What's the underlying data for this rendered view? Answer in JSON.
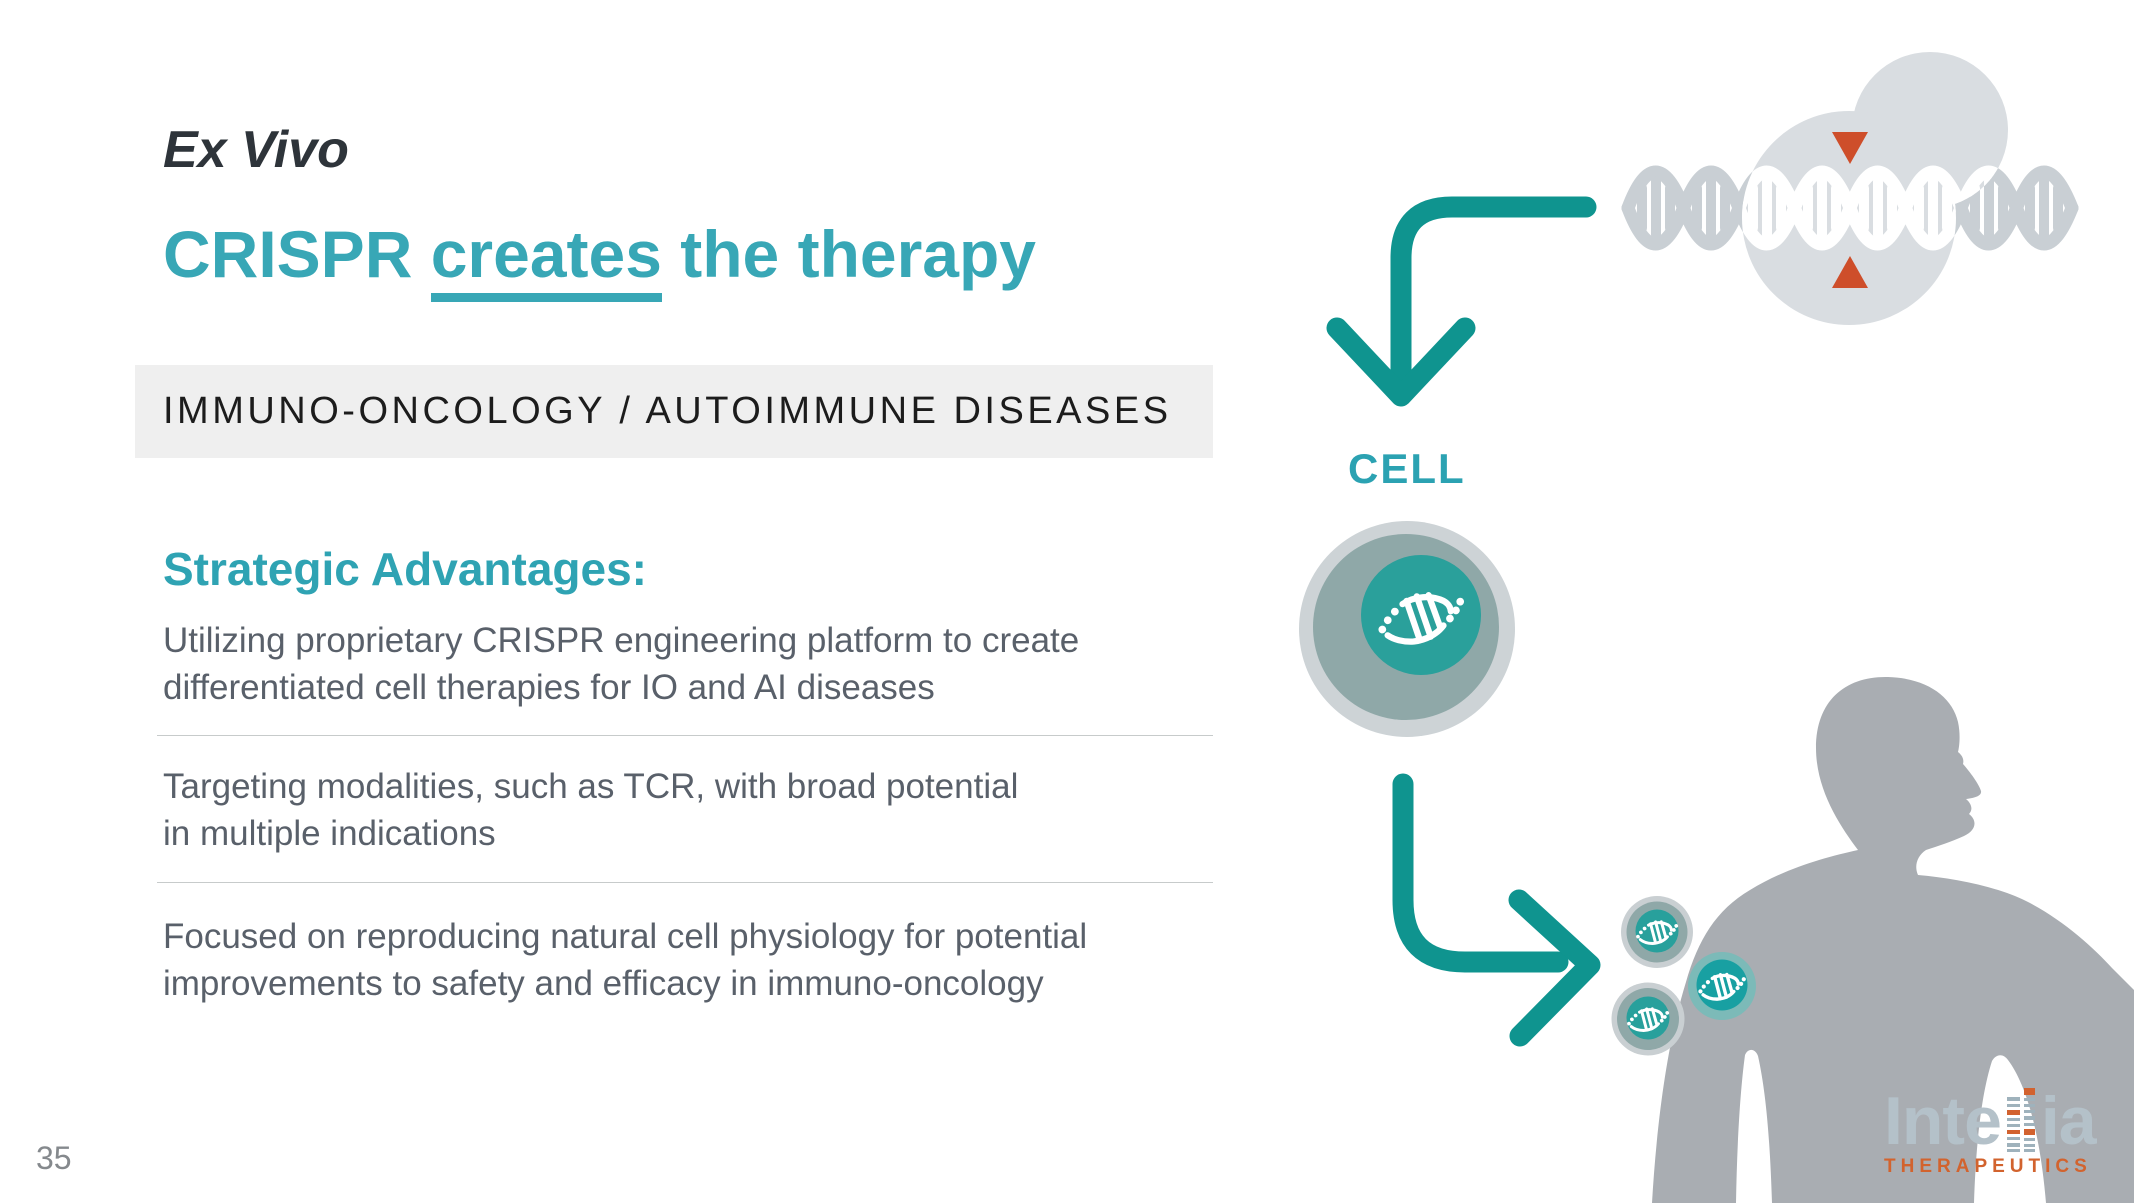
{
  "slide": {
    "eyebrow": "Ex Vivo",
    "title": {
      "pre": "CRISPR ",
      "underlined": "creates",
      "post": " the therapy"
    },
    "banner": "IMMUNO-ONCOLOGY / AUTOIMMUNE DISEASES",
    "section_heading": "Strategic Advantages:",
    "bullets": [
      {
        "lines": [
          "Utilizing proprietary CRISPR engineering platform to create",
          "differentiated cell therapies for IO and AI diseases"
        ]
      },
      {
        "lines": [
          "Targeting modalities, such as TCR, with broad potential",
          "in multiple indications"
        ]
      },
      {
        "lines": [
          "Focused on reproducing natural cell physiology for potential",
          "improvements to safety and efficacy in immuno-oncology"
        ]
      }
    ],
    "page_number": "35"
  },
  "diagram": {
    "cell_label": "CELL",
    "icons": [
      "dna-strand-icon",
      "target-site-marker-icons",
      "down-arrow-icon",
      "cell-icon",
      "elbow-right-arrow-icon",
      "edited-cell-icons",
      "human-silhouette"
    ],
    "colors": {
      "teal_accent": "#38a7b6",
      "arrow_teal": "#0f948f",
      "orange_marker": "#ce4e2a",
      "cell_core_teal": "#2aa09b",
      "cell_mid_teal_gray": "#8fa8a8",
      "ring_gray": "#cdd3d6",
      "silhouette_gray": "#a9adb2",
      "blob_gray": "#d9dde1",
      "helix_gray": "#c9cfd4"
    }
  },
  "logo": {
    "brand_start": "Inte",
    "brand_end": "ia",
    "tagline": "THERAPEUTICS"
  }
}
